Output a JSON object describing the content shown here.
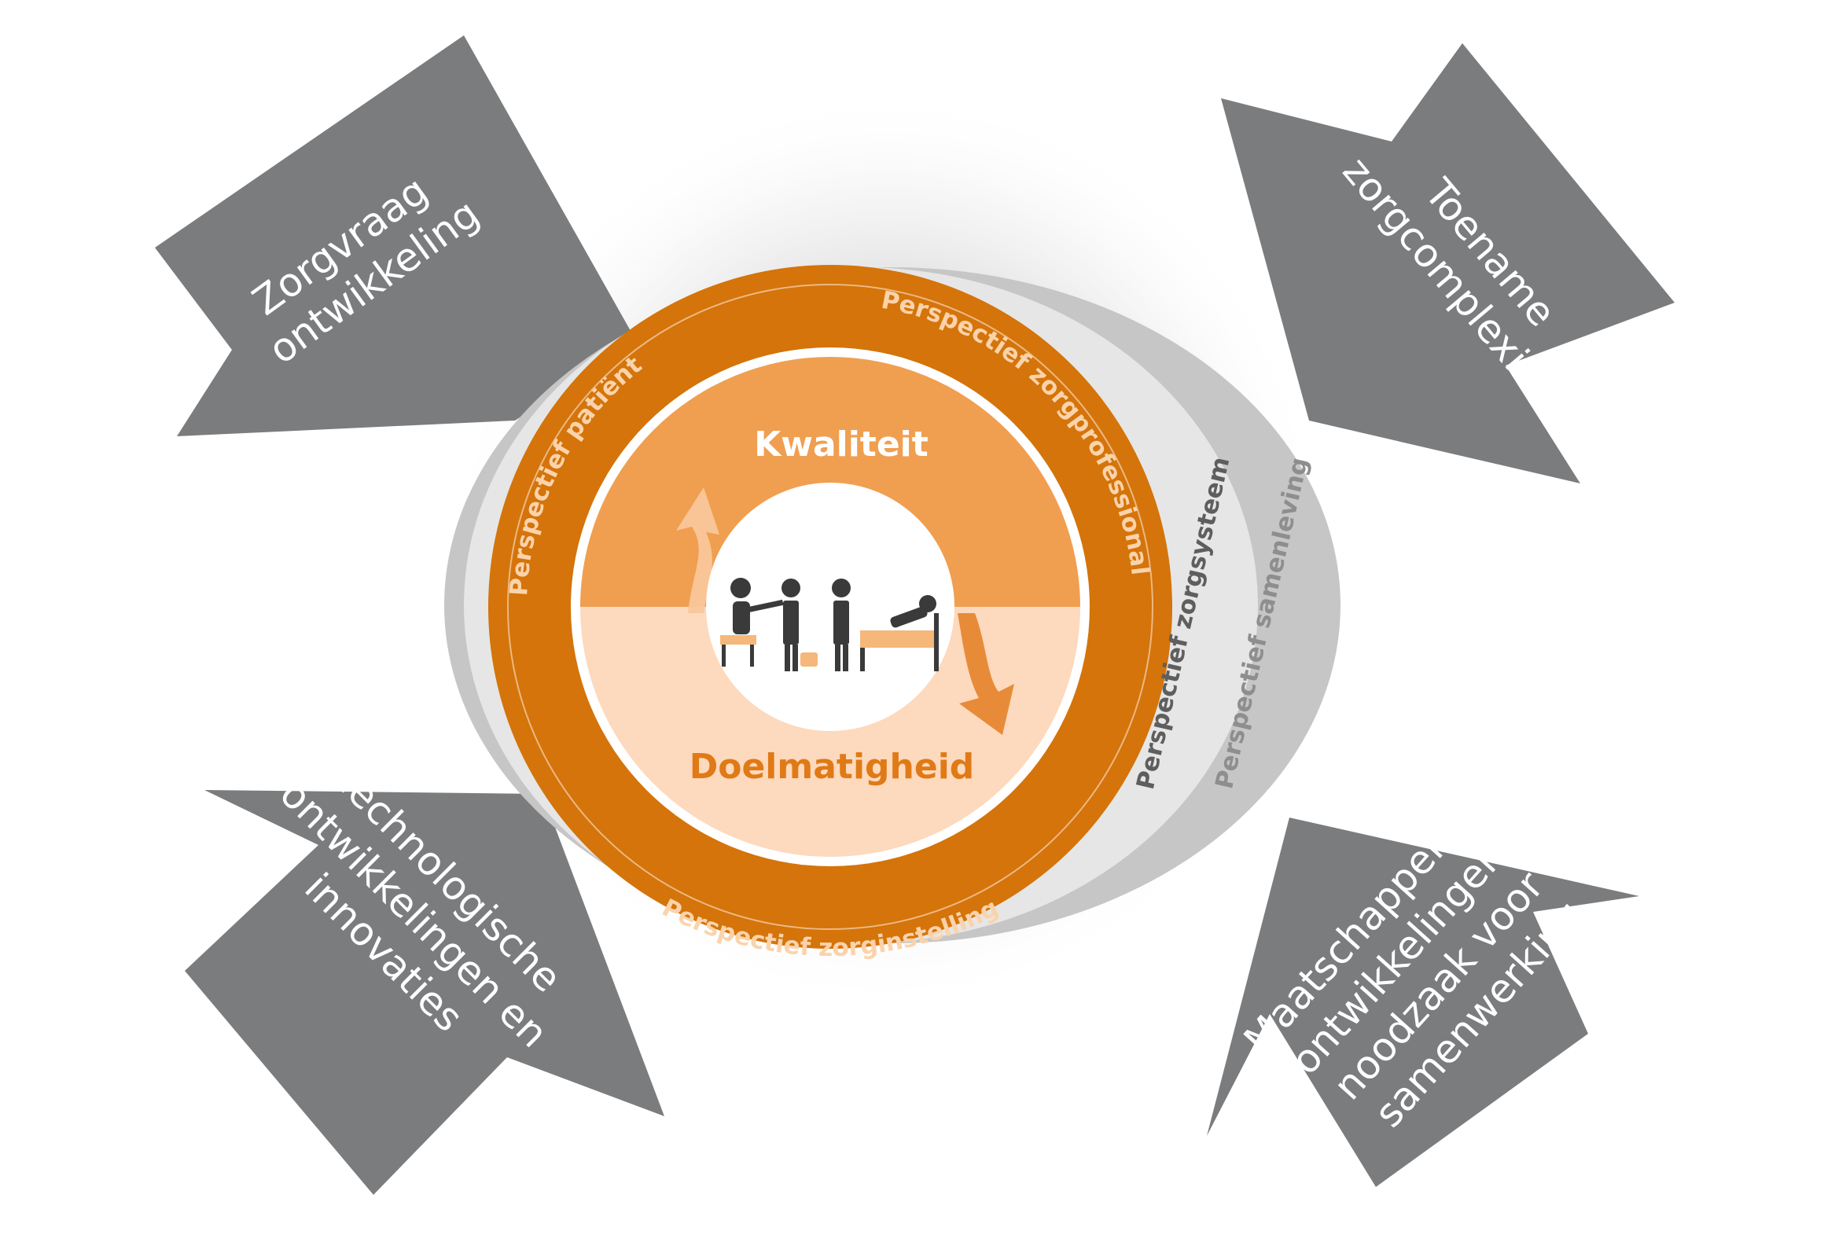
{
  "arrows": {
    "top_left": [
      "Zorgvraag",
      "ontwikkeling"
    ],
    "top_right": [
      "Toename",
      "zorgcomplexiteit"
    ],
    "bottom_left": [
      "Technologische",
      "ontwikkelingen en",
      "innovaties"
    ],
    "bottom_right": [
      "Maatschappelijke",
      "ontwikkelingen,",
      "noodzaak voor",
      "samenwerking"
    ]
  },
  "perspectives": {
    "patient": "Perspectief patiënt",
    "zorgprofessional": "Perspectief zorgprofessional",
    "zorginstelling": "Perspectief zorginstelling",
    "zorgsysteem": "Perspectief zorgsysteem",
    "samenleving": "Perspectief samenleving"
  },
  "core": {
    "top_label": "Kwaliteit",
    "bottom_label": "Doelmatigheid"
  },
  "colors": {
    "arrow_gray": "#7b7c7e",
    "ring_orange": "#d4740a",
    "upper_orange": "#f09f50",
    "lower_peach": "#fdd9bd",
    "ring_gray_outer": "#c6c6c6",
    "ring_gray_mid": "#e6e6e6",
    "figure_dark": "#3a3a3a",
    "figure_orange": "#f5b77a"
  },
  "icons": [
    "people-care-icon",
    "cycle-arrow-up-icon",
    "cycle-arrow-down-icon"
  ]
}
